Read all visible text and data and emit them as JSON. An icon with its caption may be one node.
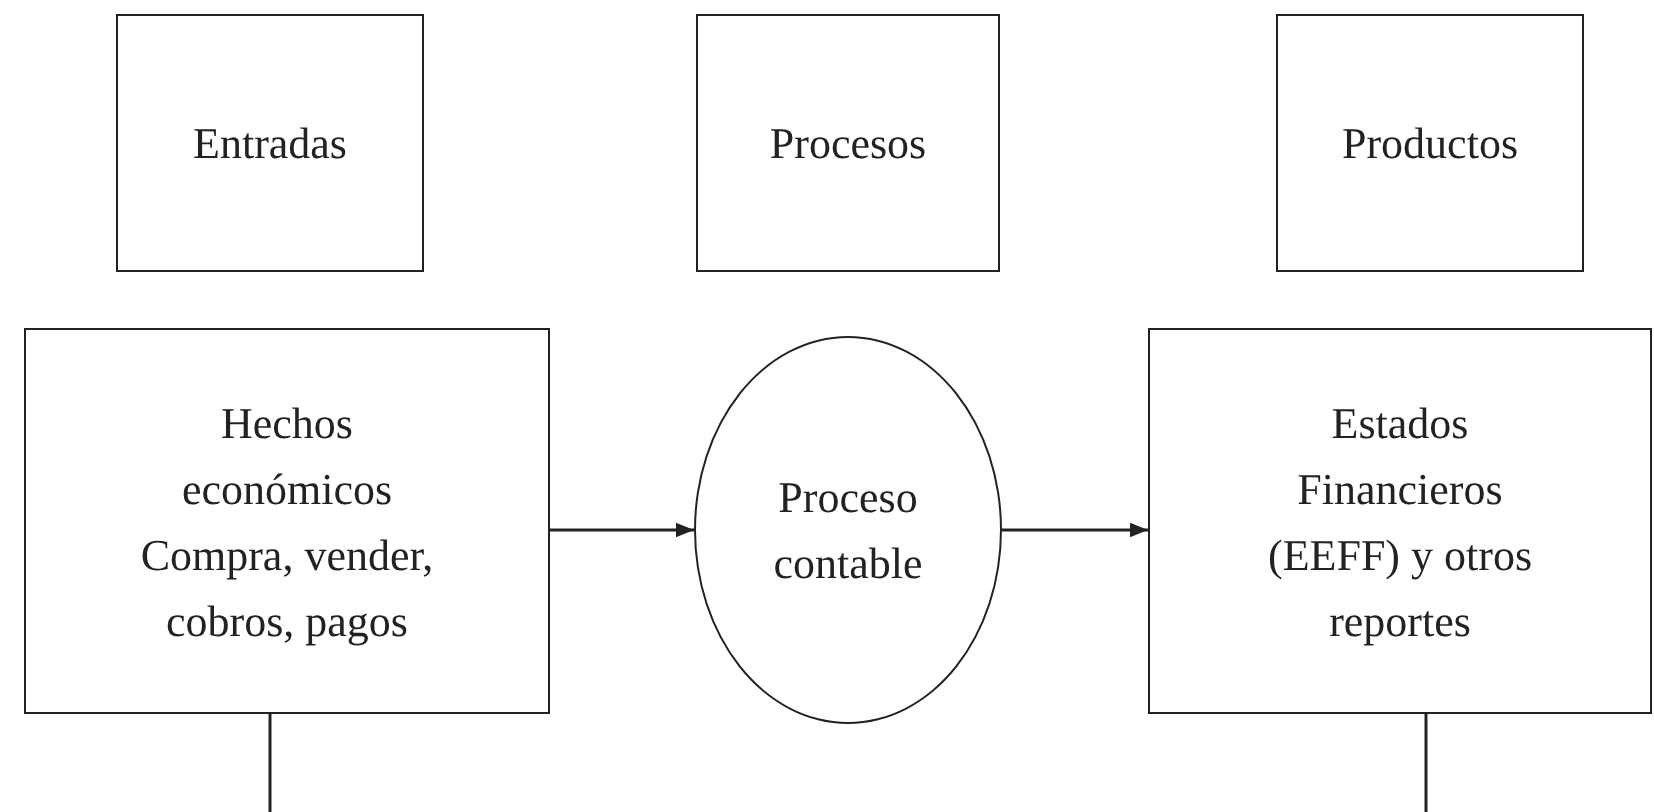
{
  "diagram": {
    "nodes": [
      {
        "text": [
          "Entradas"
        ]
      },
      {
        "text": [
          "Procesos"
        ]
      },
      {
        "text": [
          "Productos"
        ]
      },
      {
        "text": [
          "Hechos económicos Compra, vender, cobros, pagos"
        ]
      },
      {
        "text": [
          "Proceso contable"
        ]
      },
      {
        "text": [
          "Estados Financieros (EEFF) y otros reportes"
        ]
      }
    ],
    "edges": [
      {
        "from": 3,
        "to": 4,
        "arrow": "to"
      },
      {
        "from": 4,
        "to": 5,
        "arrow": "to"
      },
      {
        "from": 3,
        "to": null,
        "arrow": "none"
      },
      {
        "from": 5,
        "to": null,
        "arrow": "none"
      }
    ]
  }
}
